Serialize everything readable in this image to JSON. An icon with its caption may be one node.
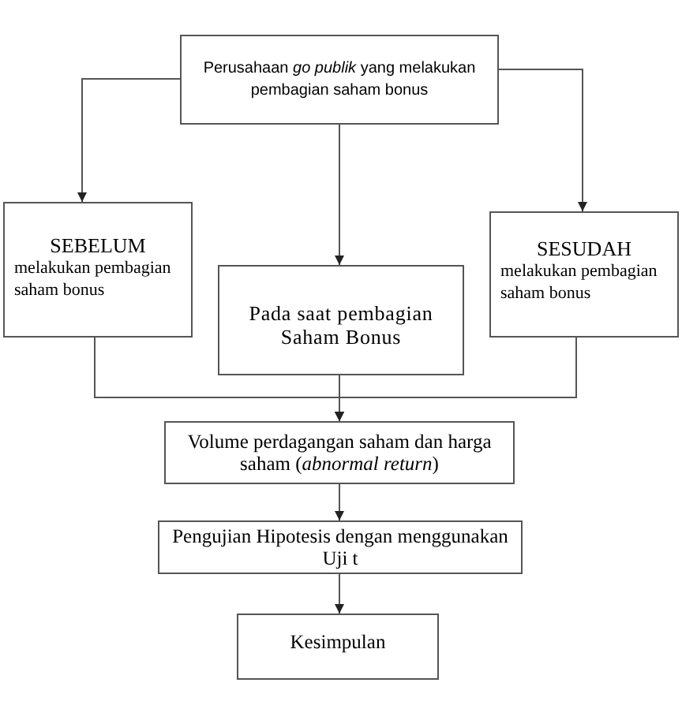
{
  "diagram": {
    "nodes": [
      {
        "text": [
          "Perusahaan *go publik* yang melakukan pembagian saham bonus"
        ]
      },
      {
        "text": [
          "SEBELUM",
          "melakukan pembagian saham bonus"
        ]
      },
      {
        "text": [
          "Pada saat pembagian Saham Bonus"
        ]
      },
      {
        "text": [
          "SESUDAH",
          "melakukan pembagian saham bonus"
        ]
      },
      {
        "text": [
          "Volume perdagangan saham dan harga saham (*abnormal return*)"
        ]
      },
      {
        "text": [
          "Pengujian Hipotesis dengan menggunakan Uji t"
        ]
      },
      {
        "text": [
          "Kesimpulan"
        ]
      }
    ],
    "edges": [
      {
        "from": 0,
        "to": 1,
        "arrow": "to"
      },
      {
        "from": 0,
        "to": 2,
        "arrow": "to"
      },
      {
        "from": 0,
        "to": 3,
        "arrow": "to"
      },
      {
        "from": 1,
        "to": 4,
        "arrow": "to"
      },
      {
        "from": 2,
        "to": 4,
        "arrow": "to"
      },
      {
        "from": 3,
        "to": 4,
        "arrow": "to"
      },
      {
        "from": 4,
        "to": 5,
        "arrow": "to"
      },
      {
        "from": 5,
        "to": 6,
        "arrow": "to"
      }
    ]
  }
}
